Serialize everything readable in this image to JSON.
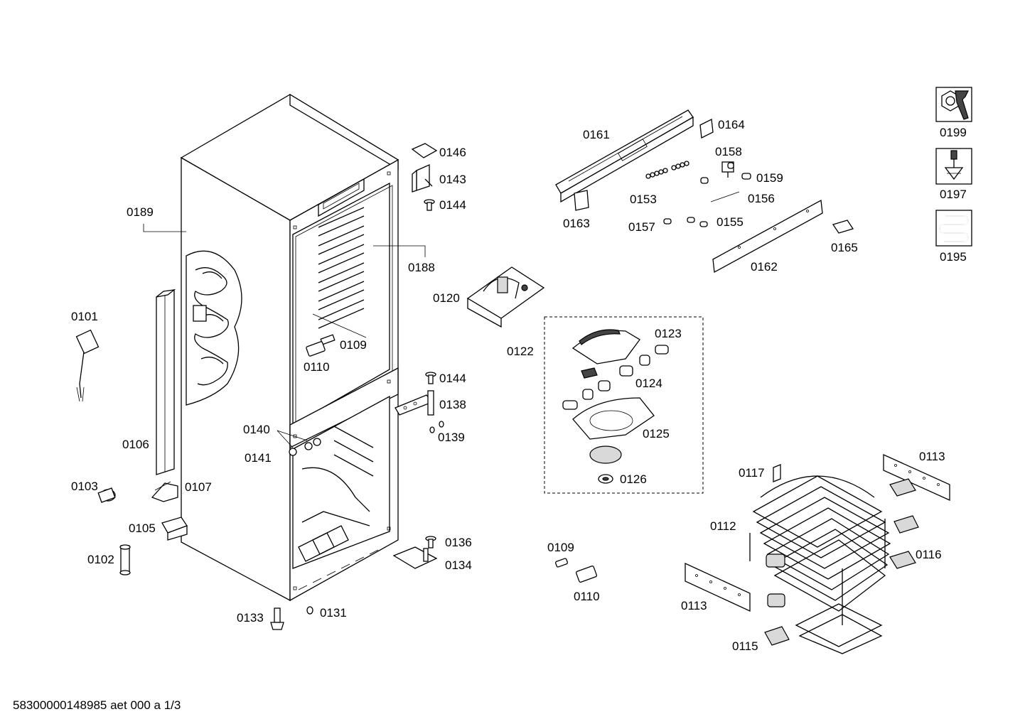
{
  "diagram": {
    "doc_id": "58300000148985 aet 000 a 1/3",
    "part_labels": {
      "p0101": "0101",
      "p0102": "0102",
      "p0103": "0103",
      "p0105": "0105",
      "p0106": "0106",
      "p0107": "0107",
      "p0109a": "0109",
      "p0109b": "0109",
      "p0110a": "0110",
      "p0110b": "0110",
      "p0112": "0112",
      "p0113a": "0113",
      "p0113b": "0113",
      "p0115": "0115",
      "p0116": "0116",
      "p0117": "0117",
      "p0120": "0120",
      "p0122": "0122",
      "p0123": "0123",
      "p0124": "0124",
      "p0125": "0125",
      "p0126": "0126",
      "p0131": "0131",
      "p0133": "0133",
      "p0134": "0134",
      "p0136": "0136",
      "p0138": "0138",
      "p0139": "0139",
      "p0140": "0140",
      "p0141": "0141",
      "p0143": "0143",
      "p0144a": "0144",
      "p0144b": "0144",
      "p0146": "0146",
      "p0153": "0153",
      "p0155": "0155",
      "p0156": "0156",
      "p0157": "0157",
      "p0158": "0158",
      "p0159": "0159",
      "p0161": "0161",
      "p0162": "0162",
      "p0163": "0163",
      "p0164": "0164",
      "p0165": "0165",
      "p0188": "0188",
      "p0189": "0189",
      "p0195": "0195",
      "p0197": "0197",
      "p0199": "0199"
    },
    "icons": {
      "i0199": "wrench-nut-icon",
      "i0197": "screwdriver-icon",
      "i0195": "heating-coil-icon"
    }
  }
}
